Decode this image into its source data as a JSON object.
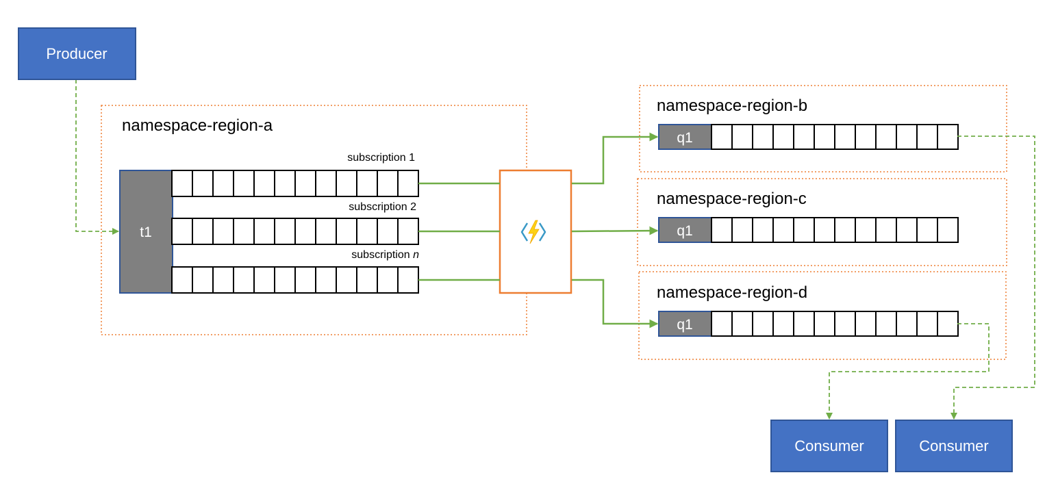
{
  "producer": {
    "label": "Producer"
  },
  "source_namespace": {
    "label": "namespace-region-a",
    "topic": {
      "label": "t1"
    },
    "subscriptions": [
      {
        "label_prefix": "subscription ",
        "label_suffix": "1"
      },
      {
        "label_prefix": "subscription ",
        "label_suffix": "2"
      },
      {
        "label_prefix": "subscription ",
        "label_suffix": "n"
      }
    ]
  },
  "function": {
    "icon": "azure-function-icon"
  },
  "target_namespaces": [
    {
      "label": "namespace-region-b",
      "queue": {
        "label": "q1"
      }
    },
    {
      "label": "namespace-region-c",
      "queue": {
        "label": "q1"
      }
    },
    {
      "label": "namespace-region-d",
      "queue": {
        "label": "q1"
      }
    }
  ],
  "consumers": [
    {
      "label": "Consumer"
    },
    {
      "label": "Consumer"
    }
  ],
  "colors": {
    "box_blue": "#4472c4",
    "box_blue_border": "#2f5597",
    "entity_gray": "#808080",
    "flow_green": "#70ad47",
    "namespace_border": "#ed7d31",
    "function_border": "#ed7d31",
    "bolt_yellow": "#fcd116",
    "bracket_blue": "#3999c6"
  }
}
